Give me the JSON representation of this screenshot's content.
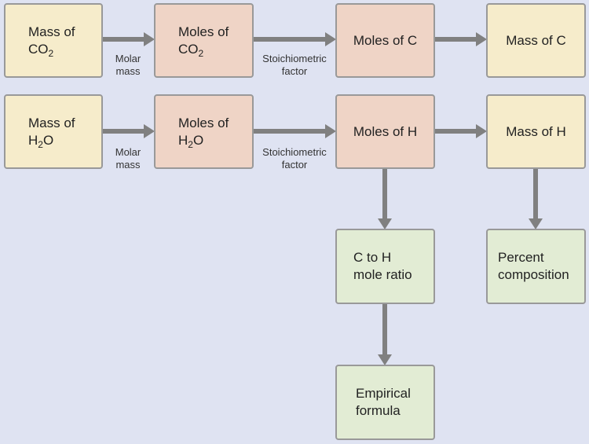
{
  "row_c": {
    "mass_co2": {
      "line1": "Mass of",
      "line2_base": "CO",
      "line2_sub": "2"
    },
    "moles_co2": {
      "line1": "Moles of",
      "line2_base": "CO",
      "line2_sub": "2"
    },
    "moles_c": "Moles of C",
    "mass_c": "Mass of C",
    "label_molar": {
      "line1": "Molar",
      "line2": "mass"
    },
    "label_stoich": {
      "line1": "Stoichiometric",
      "line2": "factor"
    }
  },
  "row_h": {
    "mass_h2o": {
      "line1": "Mass of",
      "line2_pre": "H",
      "line2_sub": "2",
      "line2_post": "O"
    },
    "moles_h2o": {
      "line1": "Moles of",
      "line2_pre": "H",
      "line2_sub": "2",
      "line2_post": "O"
    },
    "moles_h": "Moles of H",
    "mass_h": "Mass of H",
    "label_molar": {
      "line1": "Molar",
      "line2": "mass"
    },
    "label_stoich": {
      "line1": "Stoichiometric",
      "line2": "factor"
    }
  },
  "lower": {
    "mole_ratio": {
      "line1": "C to H",
      "line2": "mole ratio"
    },
    "percent": {
      "line1": "Percent",
      "line2": "composition"
    },
    "empirical": {
      "line1": "Empirical",
      "line2": "formula"
    }
  },
  "colors": {
    "background": "#dfe3f2",
    "mass_box": "#f6eccb",
    "moles_box": "#efd4c6",
    "result_box": "#e2ecd4",
    "arrow": "#808080",
    "border": "#999999"
  }
}
